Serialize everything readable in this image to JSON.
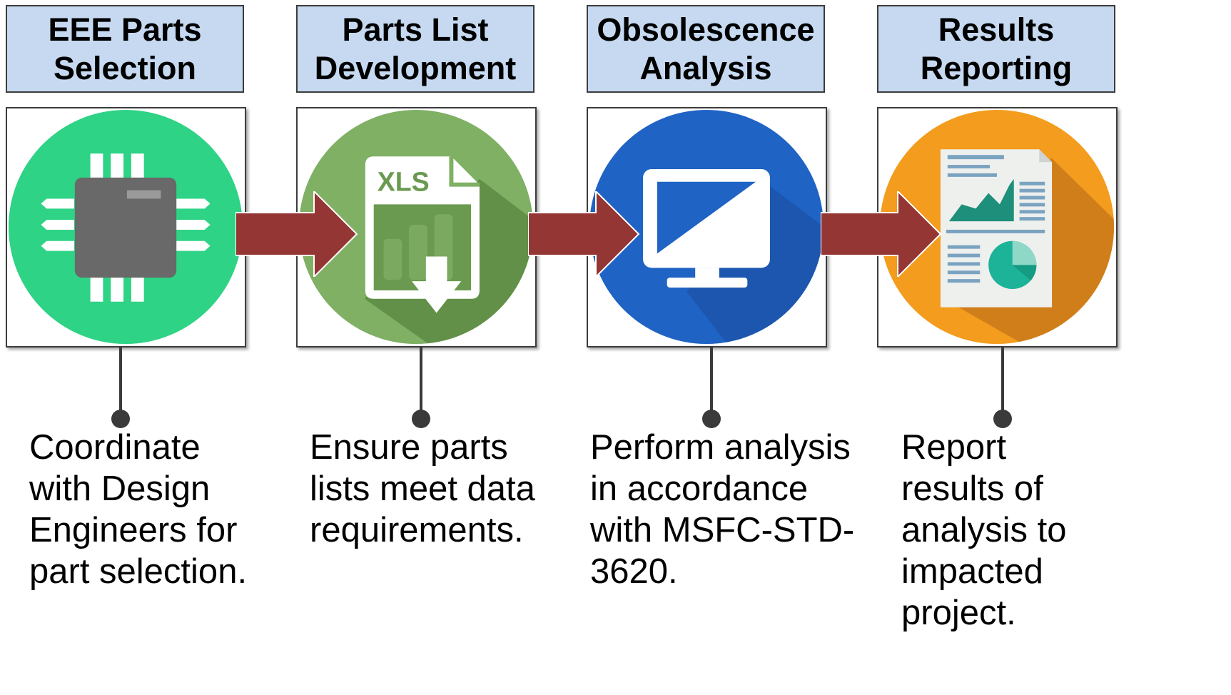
{
  "steps": [
    {
      "title_lines": [
        "EEE Parts",
        "Selection"
      ],
      "icon": "microchip-icon",
      "desc_lines": [
        "Coordinate",
        "with Design",
        "Engineers for",
        "part selection."
      ]
    },
    {
      "title_lines": [
        "Parts List",
        "Development"
      ],
      "icon": "xls-spreadsheet-icon",
      "icon_text": "XLS",
      "desc_lines": [
        "Ensure parts",
        "lists meet data",
        "requirements."
      ]
    },
    {
      "title_lines": [
        "Obsolescence",
        "Analysis"
      ],
      "icon": "monitor-icon",
      "desc_lines": [
        "Perform analysis",
        "in accordance",
        "with MSFC-STD-",
        "3620."
      ]
    },
    {
      "title_lines": [
        "Results",
        "Reporting"
      ],
      "icon": "report-document-icon",
      "desc_lines": [
        "Report",
        "results of",
        "analysis to",
        "impacted",
        "project."
      ]
    }
  ],
  "colors": {
    "header_fill": "#c6d9f1",
    "arrow": "#943634",
    "chip_circle": "#2ed386",
    "xls_circle": "#7fb064",
    "monitor_circle": "#1f63c4",
    "report_circle": "#f39c1d"
  }
}
